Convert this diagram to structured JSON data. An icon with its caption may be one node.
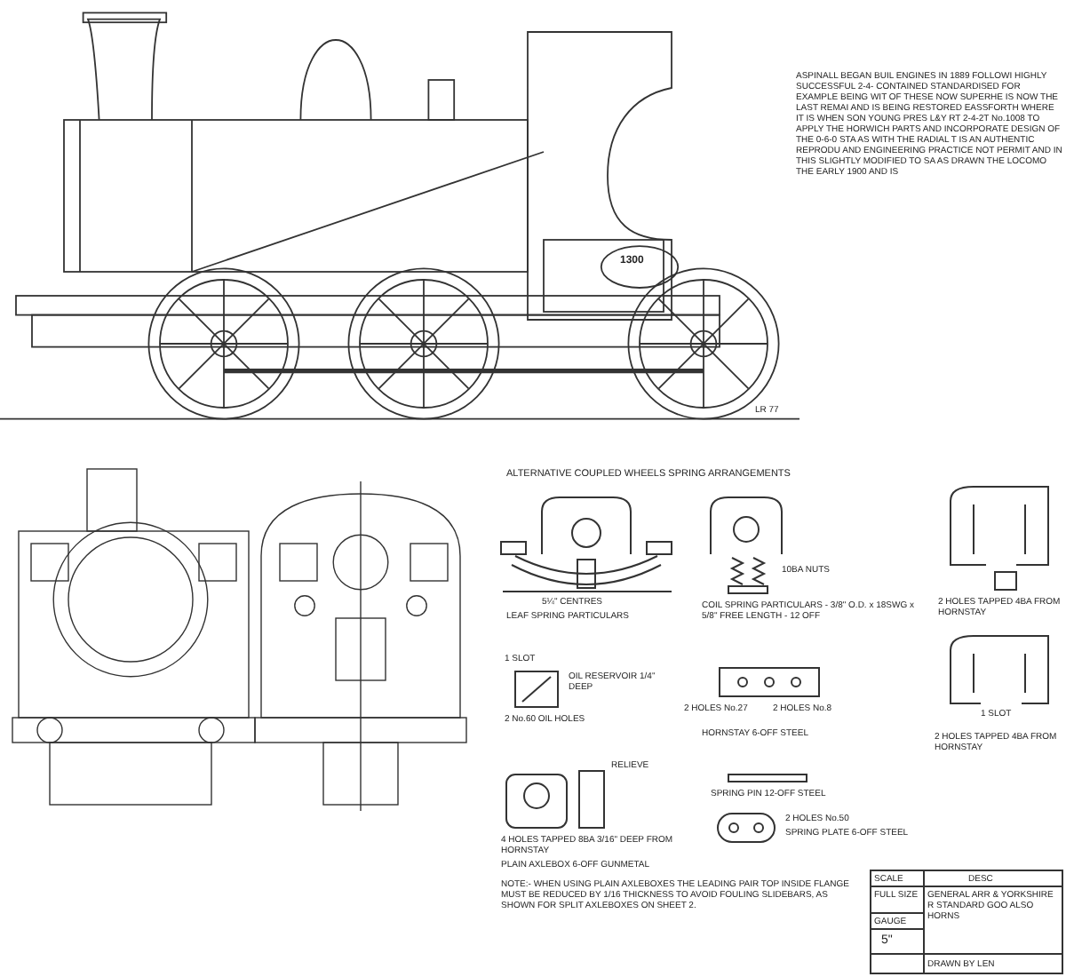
{
  "diagram": {
    "labels": [
      "1300",
      "LR 77",
      "ASPINALL BEGAN BUIL ENGINES IN 1889 FOLLOWI HIGHLY SUCCESSFUL 2-4- CONTAINED STANDARDISED FOR EXAMPLE BEING WIT OF THESE NOW SUPERHE IS NOW THE LAST REMAI AND IS BEING RESTORED EASSFORTH WHERE IT IS WHEN SON YOUNG PRES L&Y RT 2-4-2T No.1008 TO APPLY THE HORWICH PARTS AND INCORPORATE DESIGN OF THE 0-6-0 STA AS WITH THE RADIAL T IS AN AUTHENTIC REPRODU AND ENGINEERING PRACTICE NOT PERMIT AND IN THIS SLIGHTLY MODIFIED TO SA AS DRAWN THE LOCOMO THE EARLY 1900 AND IS",
      "ALTERNATIVE COUPLED WHEELS SPRING ARRANGEMENTS",
      "5¼\" CENTRES",
      "LEAF SPRING PARTICULARS",
      "10BA NUTS",
      "COIL SPRING PARTICULARS - 3/8\" O.D. x 18SWG x 5/8\" FREE LENGTH - 12 OFF",
      "2 HOLES TAPPED 4BA FROM HORNSTAY",
      "1 SLOT",
      "OIL RESERVOIR 1/4\" DEEP",
      "2 No.60 OIL HOLES",
      "2 HOLES No.27",
      "2 HOLES No.8",
      "HORNSTAY 6-OFF STEEL",
      "RELIEVE",
      "4 HOLES TAPPED 8BA 3/16\" DEEP FROM HORNSTAY",
      "PLAIN AXLEBOX 6-OFF GUNMETAL",
      "SPRING PIN 12-OFF STEEL",
      "2 HOLES No.50",
      "SPRING PLATE 6-OFF STEEL",
      "2 HOLES TAPPED 4BA FROM HORNSTAY",
      "1 SLOT",
      "NOTE:- WHEN USING PLAIN AXLEBOXES THE LEADING PAIR TOP INSIDE FLANGE MUST BE REDUCED BY 1/16 THICKNESS TO AVOID FOULING SLIDEBARS, AS SHOWN FOR SPLIT AXLEBOXES ON SHEET 2.",
      "SCALE",
      "FULL SIZE",
      "GAUGE",
      "5\"",
      "DESC",
      "GENERAL ARR & YORKSHIRE R STANDARD GOO ALSO HORNS",
      "DRAWN BY LEN"
    ]
  }
}
